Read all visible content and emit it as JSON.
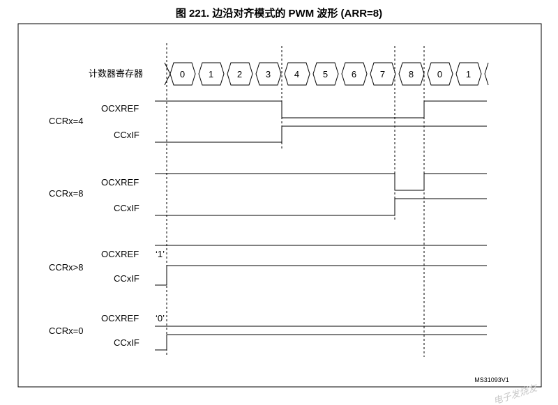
{
  "title": "图 221. 边沿对齐模式的 PWM 波形 (ARR=8)",
  "counter": {
    "label": "计数器寄存器",
    "values": [
      "0",
      "1",
      "2",
      "3",
      "4",
      "5",
      "6",
      "7",
      "8",
      "0",
      "1"
    ]
  },
  "groups": [
    {
      "name": "CCRx=4",
      "signals": [
        {
          "label": "OCXREF",
          "tag": "",
          "levels": [
            1,
            0,
            1
          ]
        },
        {
          "label": "CCxIF",
          "tag": "",
          "levels": [
            0,
            1
          ]
        }
      ]
    },
    {
      "name": "CCRx=8",
      "signals": [
        {
          "label": "OCXREF",
          "tag": "",
          "levels": [
            1,
            0,
            1
          ]
        },
        {
          "label": "CCxIF",
          "tag": "",
          "levels": [
            0,
            1
          ]
        }
      ]
    },
    {
      "name": "CCRx>8",
      "signals": [
        {
          "label": "OCXREF",
          "tag": "‘1’",
          "levels": [
            1
          ]
        },
        {
          "label": "CCxIF",
          "tag": "",
          "levels": [
            0,
            1
          ]
        }
      ]
    },
    {
      "name": "CCRx=0",
      "signals": [
        {
          "label": "OCXREF",
          "tag": "‘0’",
          "levels": [
            0
          ]
        },
        {
          "label": "CCxIF",
          "tag": "",
          "levels": [
            0,
            1
          ]
        }
      ]
    }
  ],
  "figure_id": "MS31093V1",
  "watermark": "电子发烧友"
}
